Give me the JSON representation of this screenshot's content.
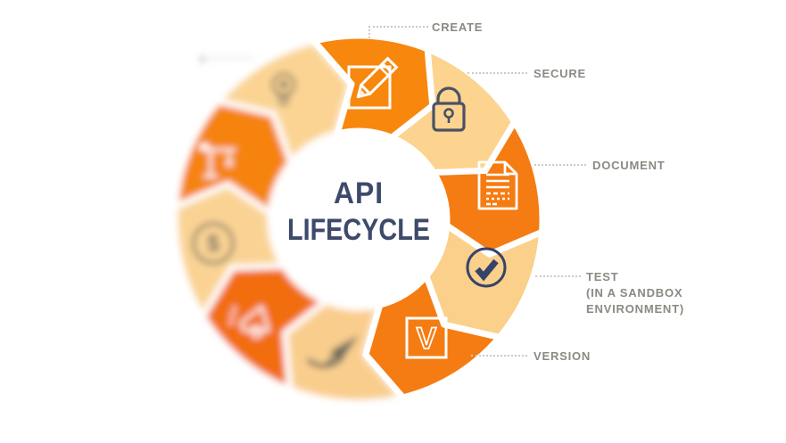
{
  "title": {
    "line1": "API",
    "line2": "LIFECYCLE"
  },
  "labels": {
    "create": "CREATE",
    "secure": "SECURE",
    "document": "DOCUMENT",
    "test": "TEST",
    "test_sub1": "(IN A SANDBOX",
    "test_sub2": "ENVIRONMENT)",
    "version": "VERSION"
  },
  "colors": {
    "orange_bright": "#F8870E",
    "orange_mid": "#F57C12",
    "orange_deep": "#F26D0F",
    "peach_light": "#FBD38F",
    "title_navy": "#3E4A6B",
    "label_gray": "#8C8983",
    "leader_gray": "#CDC9C4",
    "icon_dark": "#6E6A5E",
    "icon_navy": "#36436B",
    "icon_slate": "#4A5264",
    "icon_white": "#FFFFFF"
  },
  "wheel": {
    "center_title": "API LIFECYCLE",
    "segments": [
      {
        "name": "create",
        "icon": "pencil-square",
        "color": "#F8870E",
        "icon_color": "#FFFFFF",
        "blurred": false,
        "label_key": "create"
      },
      {
        "name": "secure",
        "icon": "lock",
        "color": "#FCD38F",
        "icon_color": "#4A5264",
        "blurred": false,
        "label_key": "secure"
      },
      {
        "name": "document",
        "icon": "document",
        "color": "#F57C12",
        "icon_color": "#FFFFFF",
        "blurred": false,
        "label_key": "document"
      },
      {
        "name": "test",
        "icon": "check-circle",
        "color": "#FAD08A",
        "icon_color": "#36436B",
        "blurred": false,
        "label_key": "test"
      },
      {
        "name": "version",
        "icon": "v-square",
        "color": "#F57C12",
        "icon_color": "#FFFFFF",
        "blurred": false,
        "label_key": "version"
      },
      {
        "name": "rocket",
        "icon": "rocket",
        "color": "#F9CE8D",
        "icon_color": "#6E6A5E",
        "blurred": true,
        "label_key": ""
      },
      {
        "name": "megaphone",
        "icon": "megaphone",
        "color": "#F26D0F",
        "icon_color": "#FFFFFF",
        "blurred": true,
        "label_key": ""
      },
      {
        "name": "dollar",
        "icon": "dollar-circle",
        "color": "#FAD394",
        "icon_color": "#6E6A5E",
        "blurred": true,
        "label_key": ""
      },
      {
        "name": "crane",
        "icon": "crane",
        "color": "#F5830F",
        "icon_color": "#FFFFFF",
        "blurred": true,
        "label_key": ""
      },
      {
        "name": "bulb",
        "icon": "lightbulb",
        "color": "#FBD494",
        "icon_color": "#6E6A5E",
        "blurred": true,
        "label_key": ""
      }
    ]
  }
}
